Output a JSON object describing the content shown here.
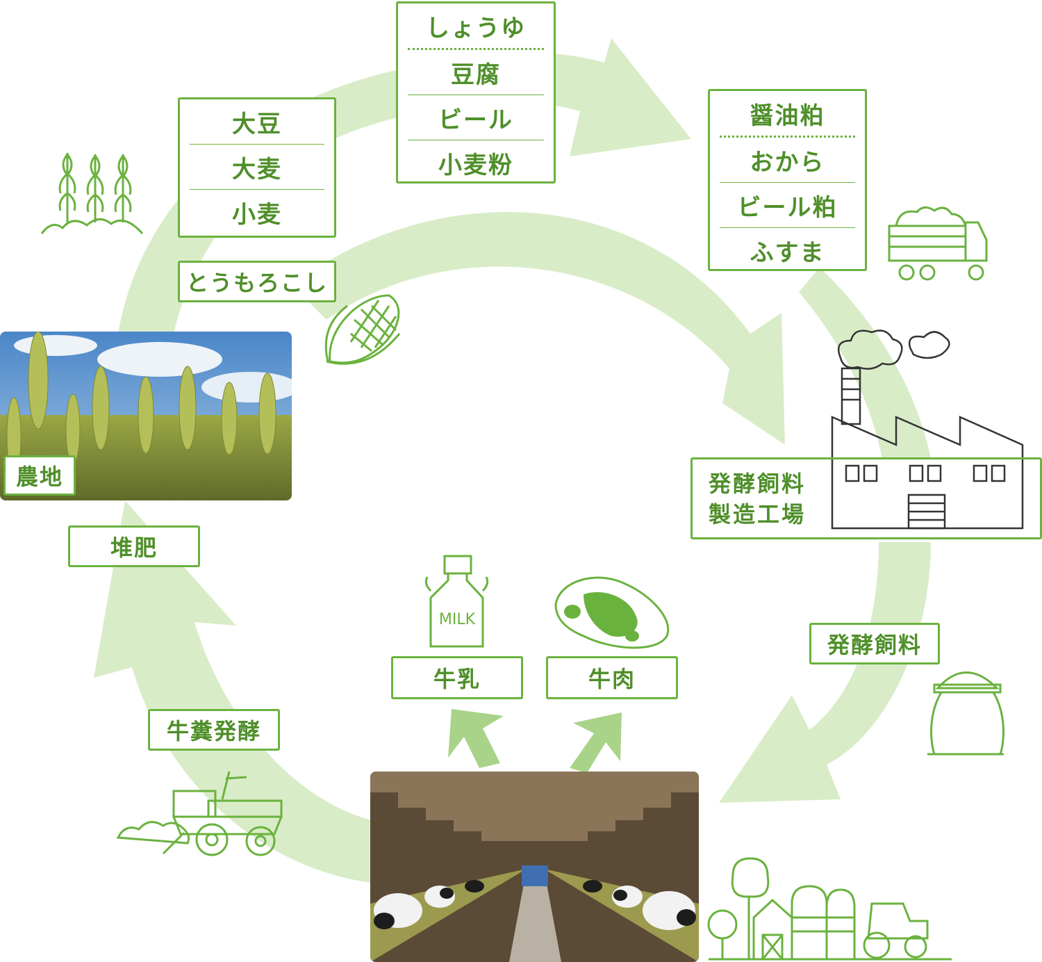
{
  "colors": {
    "arrow": "#d9ecc8",
    "line": "#6ab23e",
    "text": "#4f8f2a"
  },
  "crops": {
    "items": [
      "大豆",
      "大麦",
      "小麦"
    ]
  },
  "corn": {
    "label": "とうもろこし"
  },
  "foods": {
    "items": [
      "しょうゆ",
      "豆腐",
      "ビール",
      "小麦粉"
    ]
  },
  "byproducts": {
    "items": [
      "醤油粕",
      "おから",
      "ビール粕",
      "ふすま"
    ]
  },
  "factory": {
    "line1": "発酵飼料",
    "line2": "製造工場"
  },
  "feed": {
    "label": "発酵飼料"
  },
  "products": {
    "milk": "牛乳",
    "beef": "牛肉",
    "milk_bottle_text": "MILK"
  },
  "manure": {
    "label": "牛糞発酵"
  },
  "compost": {
    "label": "堆肥"
  },
  "farmland": {
    "label": "農地"
  },
  "icons": [
    "wheat-icon",
    "corn-icon",
    "truck-icon",
    "factory-icon",
    "feed-bag-icon",
    "milk-can-icon",
    "meat-icon",
    "manure-spreader-icon",
    "farm-icon"
  ]
}
